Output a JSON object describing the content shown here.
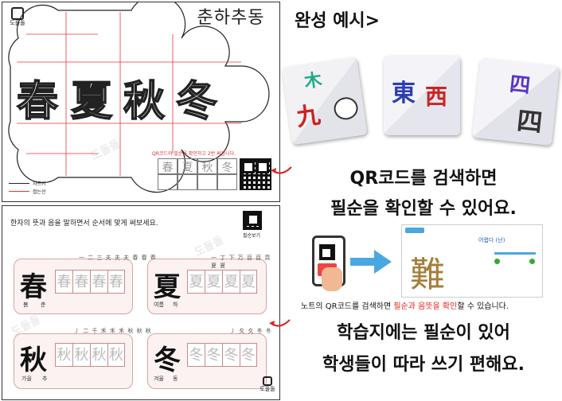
{
  "logo": {
    "text": "도돌돌"
  },
  "worksheet": {
    "title": "춘하추동",
    "hanja": [
      "春",
      "夏",
      "秋",
      "冬"
    ],
    "qr_note": "QR코드의 필순을 확인하고 2번 써봅니다.",
    "legend": [
      {
        "label": "자르기"
      },
      {
        "label": "접는선"
      }
    ],
    "small_row": [
      "春",
      "夏",
      "秋",
      "冬"
    ]
  },
  "practice": {
    "instruction": "한자의 뜻과 음을 말하면서 순서에 맞게 써보세요.",
    "qr_label": "필순보기",
    "words": [
      {
        "char": "春",
        "meaning": "봄",
        "sound": "춘",
        "strokes": "一 二 三 夫 夫 夫 春 春 春"
      },
      {
        "char": "夏",
        "meaning": "여름",
        "sound": "하",
        "strokes": "一 丁 下 万 百 百 頁 夏 夏"
      },
      {
        "char": "秋",
        "meaning": "가을",
        "sound": "추",
        "strokes": "丿 二 千 禾 禾 禾 秋 秋 秋"
      },
      {
        "char": "冬",
        "meaning": "겨울",
        "sound": "동",
        "strokes": "丿 夂 夂 冬 冬"
      }
    ]
  },
  "right": {
    "heading": "완성 예시>",
    "cube_chars": [
      "九",
      "木",
      "東",
      "西",
      "四"
    ],
    "caption1_line1": "QR코드를 검색하면",
    "caption1_line2": "필순을 확인할 수 있어요.",
    "app_char": "難",
    "app_label": "어렵다 (난)",
    "note_prefix": "노트의 QR코드를 검색하면 ",
    "note_highlight": "필순과 음뜻을 확인",
    "note_suffix": "할 수 있습니다.",
    "caption2_line1": "학습지에는 필순이 있어",
    "caption2_line2": "학생들이 따라 쓰기 편해요."
  },
  "colors": {
    "accent_red": "#e02222",
    "blue_arrow": "#4aa8e0"
  }
}
